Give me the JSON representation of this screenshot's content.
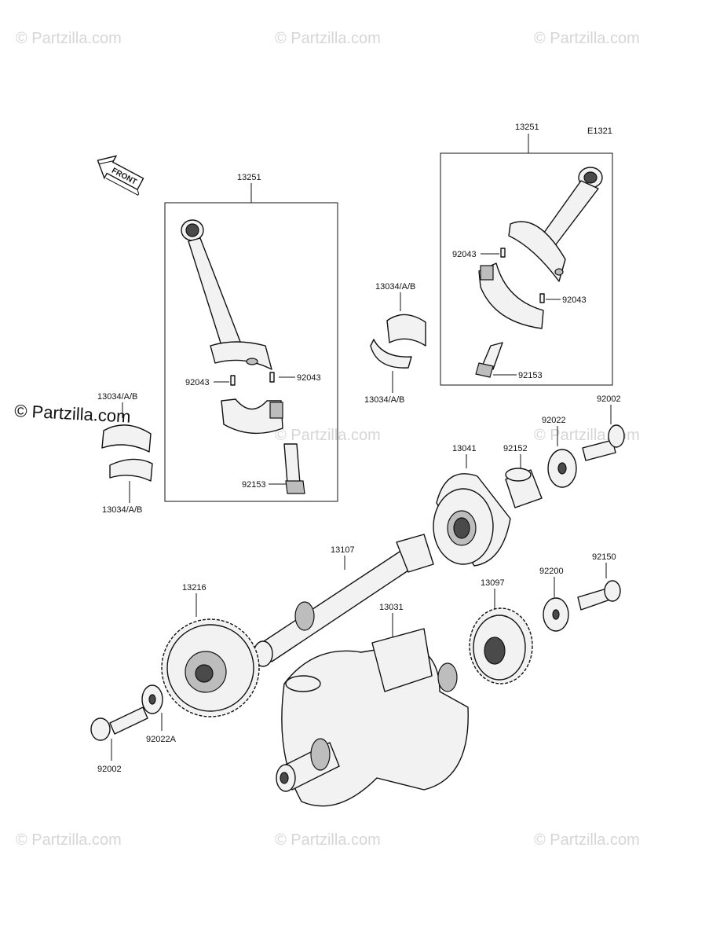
{
  "watermark": "© Partzilla.com",
  "copyright": "© Partzilla.com",
  "diagram_code": "E1321",
  "front_label": "FRONT",
  "labels": {
    "rod_left": "13251",
    "rod_right": "13251",
    "bearing_mid_top": "13034/A/B",
    "bearing_mid_bottom": "13034/A/B",
    "bearing_left_top": "13034/A/B",
    "bearing_left_bottom": "13034/A/B",
    "pin_left_1": "92043",
    "pin_left_2": "92043",
    "pin_right_1": "92043",
    "pin_right_2": "92043",
    "bolt_left": "92153",
    "bolt_right": "92153",
    "bolt_92002_top": "92002",
    "washer_92022": "92022",
    "collar_92152": "92152",
    "clutch_13041": "13041",
    "shaft_13107": "13107",
    "gear_13216": "13216",
    "crank_13031": "13031",
    "gear_13097": "13097",
    "washer_92200": "92200",
    "bolt_92150": "92150",
    "washer_92022A": "92022A",
    "bolt_92002_bottom": "92002"
  }
}
